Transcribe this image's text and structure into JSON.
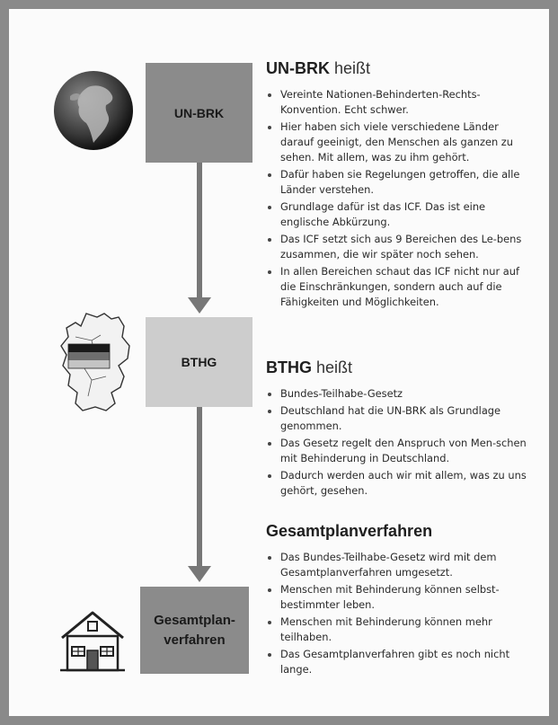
{
  "boxes": {
    "unbrk": "UN-BRK",
    "bthg": "BTHG",
    "gesamt_line1": "Gesamtplan-",
    "gesamt_line2": "verfahren"
  },
  "icons": {
    "globe": "globe-icon",
    "germany_map": "germany-map-icon",
    "house": "house-icon"
  },
  "sections": [
    {
      "title_bold": "UN-BRK",
      "title_rest": " heißt",
      "items": [
        "Vereinte Nationen-Behinderten-Rechts-Konvention. Echt schwer.",
        "Hier haben sich viele verschiedene Länder darauf geeinigt, den Menschen als ganzen zu sehen. Mit allem, was zu ihm gehört.",
        "Dafür haben sie Regelungen getroffen, die alle Länder verstehen.",
        "Grundlage dafür ist das ICF. Das ist eine englische Abkürzung.",
        "Das ICF setzt sich aus 9 Bereichen des Le-bens zusammen, die wir später noch sehen.",
        "In allen Bereichen schaut das ICF nicht nur auf die Einschränkungen, sondern auch auf die Fähigkeiten und Möglichkeiten."
      ]
    },
    {
      "title_bold": "BTHG",
      "title_rest": " heißt",
      "items": [
        "Bundes-Teilhabe-Gesetz",
        "Deutschland hat die UN-BRK als Grundlage genommen.",
        "Das Gesetz regelt den Anspruch von Men-schen mit Behinderung in Deutschland.",
        "Dadurch werden auch wir mit allem, was zu uns gehört, gesehen."
      ]
    },
    {
      "title_bold": "Gesamtplanverfahren",
      "title_rest": "",
      "items": [
        "Das Bundes-Teilhabe-Gesetz wird mit dem Gesamtplanverfahren umgesetzt.",
        "Menschen mit Behinderung können selbst-bestimmter leben.",
        "Menschen mit Behinderung können mehr teilhaben.",
        "Das Gesamtplanverfahren gibt es noch nicht lange."
      ]
    }
  ]
}
